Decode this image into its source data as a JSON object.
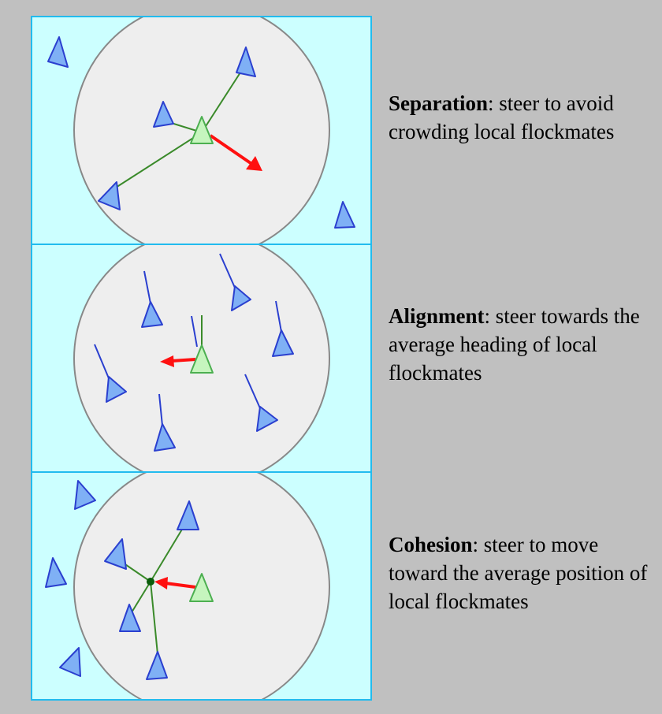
{
  "panels": [
    {
      "id": "separation",
      "term": "Separation",
      "description": ": steer to avoid crowding local flockmates"
    },
    {
      "id": "alignment",
      "term": "Alignment",
      "description": ": steer towards the average heading of local flockmates"
    },
    {
      "id": "cohesion",
      "term": "Cohesion",
      "description": ": steer to move toward the average position of local flockmates"
    }
  ],
  "colors": {
    "page_background": "#c0c0c0",
    "panel_background": "#ccffff",
    "panel_border": "#22bbee",
    "neighborhood_fill": "#eeeeee",
    "neighborhood_stroke": "#888888",
    "flockmate_fill": "#7fb0f5",
    "flockmate_stroke": "#2a3fcf",
    "focal_boid_fill": "#c6f5be",
    "focal_boid_stroke": "#4caf50",
    "steer_arrow": "#ff1010",
    "link_line": "#3a8a2a",
    "heading_line": "#2a3fcf",
    "centroid_dot": "#0a5c0a"
  }
}
